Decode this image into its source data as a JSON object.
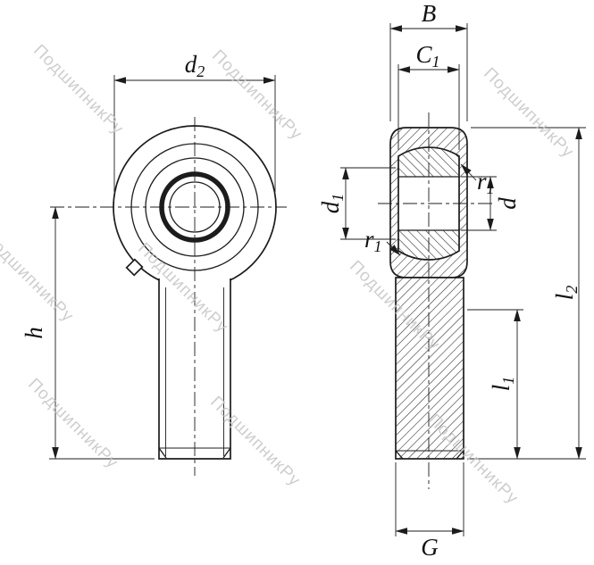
{
  "watermark": {
    "text": "ПодшипникРу",
    "color": "#c6c6c6"
  },
  "drawing": {
    "line_color": "#1c1c1c",
    "background": "#ffffff"
  },
  "dimensions": {
    "d2": {
      "main": "d",
      "sub": "2"
    },
    "h": {
      "main": "h"
    },
    "B": {
      "main": "B"
    },
    "C1": {
      "main": "C",
      "sub": "1"
    },
    "d1": {
      "main": "d",
      "sub": "1"
    },
    "d": {
      "main": "d"
    },
    "r1_top": {
      "main": "r",
      "sub": "1"
    },
    "r1_bottom": {
      "main": "r",
      "sub": "1"
    },
    "l1": {
      "main": "l",
      "sub": "1"
    },
    "l2": {
      "main": "l",
      "sub": "2"
    },
    "G": {
      "main": "G"
    }
  }
}
